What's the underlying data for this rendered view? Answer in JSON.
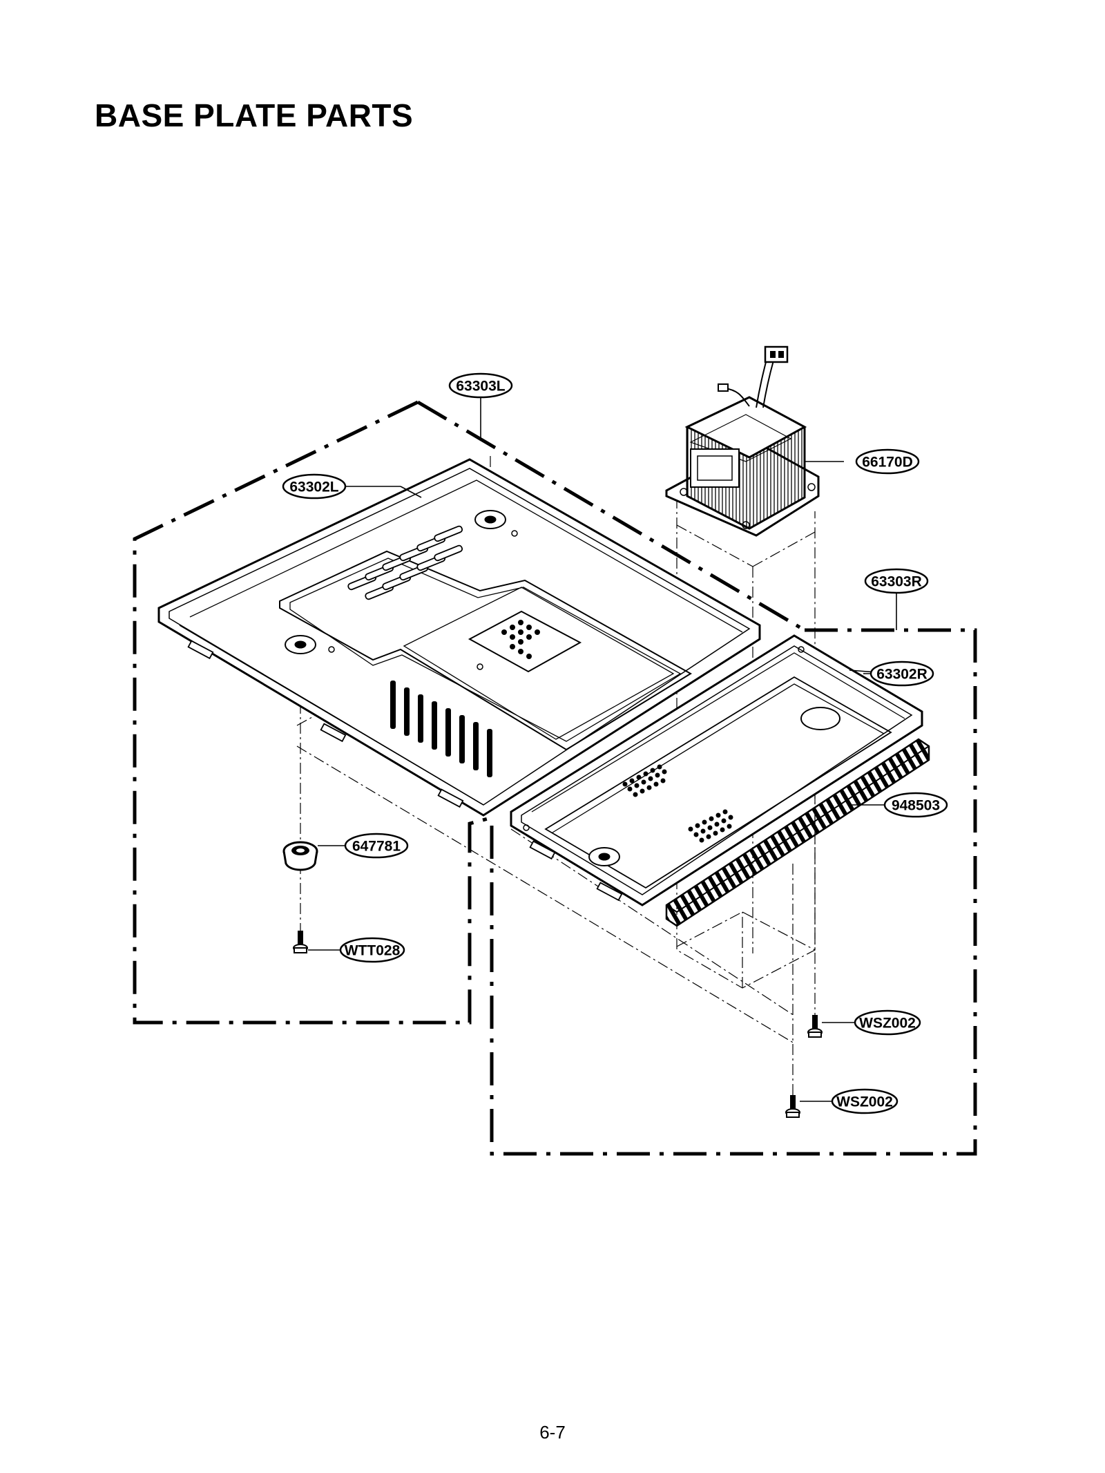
{
  "title": "BASE PLATE PARTS",
  "page_number": "6-7",
  "callouts": [
    {
      "id": "63303L",
      "label": "63303L"
    },
    {
      "id": "63302L",
      "label": "63302L"
    },
    {
      "id": "66170D",
      "label": "66170D"
    },
    {
      "id": "63303R",
      "label": "63303R"
    },
    {
      "id": "63302R",
      "label": "63302R"
    },
    {
      "id": "948503",
      "label": "948503"
    },
    {
      "id": "647781",
      "label": "647781"
    },
    {
      "id": "WTT028",
      "label": "WTT028"
    },
    {
      "id": "WSZ002_upper",
      "label": "WSZ002"
    },
    {
      "id": "WSZ002_lower",
      "label": "WSZ002"
    }
  ]
}
